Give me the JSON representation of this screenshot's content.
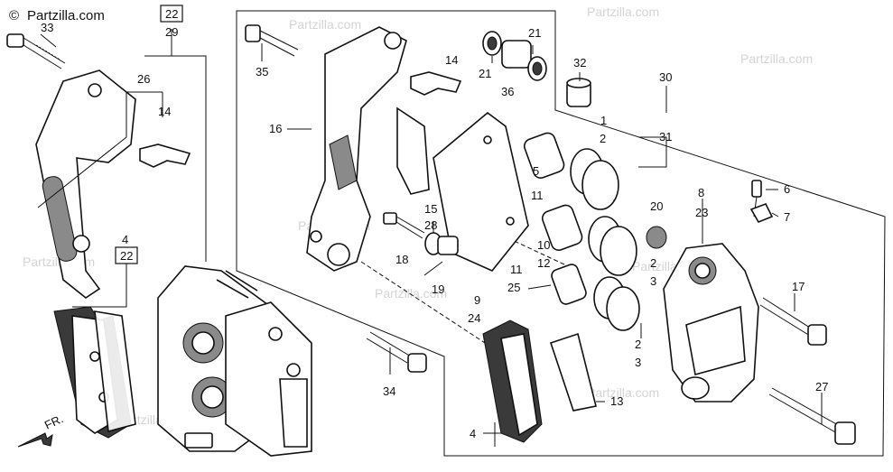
{
  "brand": {
    "copyright_symbol": "©",
    "name": "Partzilla.com"
  },
  "watermark": {
    "text": "Partzilla.com"
  },
  "orientation": {
    "label": "FR."
  },
  "callouts": {
    "c22a": "22",
    "c29": "29",
    "c33": "33",
    "c26": "26",
    "c14a": "14",
    "c4a": "4",
    "c22b": "22",
    "c35": "35",
    "c16": "16",
    "c14b": "14",
    "c21a": "21",
    "c21b": "21",
    "c36": "36",
    "c32": "32",
    "c30": "30",
    "c31": "31",
    "c1": "1",
    "c2a": "2",
    "c5": "5",
    "c11a": "11",
    "c15": "15",
    "c8": "8",
    "c23": "23",
    "c6": "6",
    "c7": "7",
    "c20": "20",
    "c28": "28",
    "c18": "18",
    "c19": "19",
    "c2b": "2",
    "c3a": "3",
    "c10": "10",
    "c12": "12",
    "c11b": "11",
    "c25": "25",
    "c9": "9",
    "c24": "24",
    "c17": "17",
    "c2c": "2",
    "c3b": "3",
    "c34": "34",
    "c13": "13",
    "c4b": "4",
    "c27": "27"
  }
}
